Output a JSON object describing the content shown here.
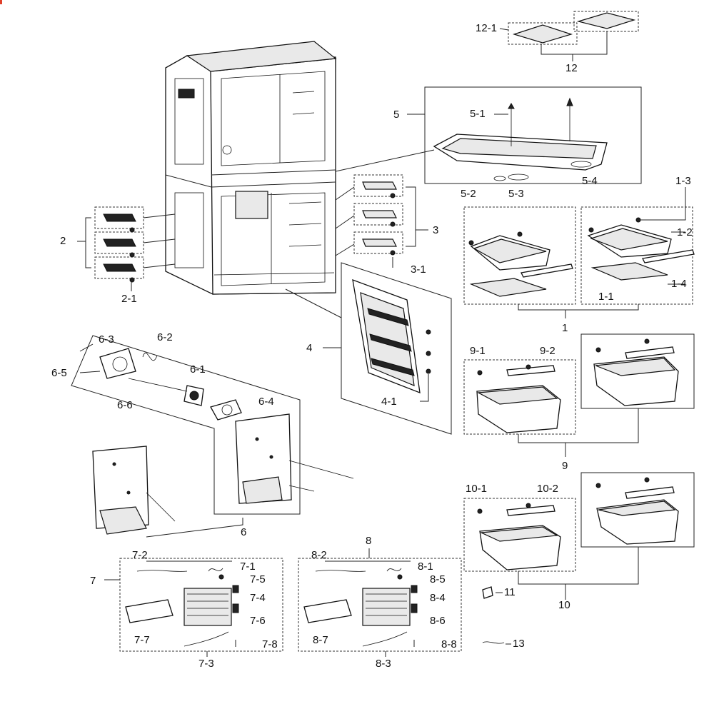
{
  "diagram": {
    "accent_color": "#e0402a",
    "callouts": [
      {
        "id": "c_12_1",
        "text": "12-1"
      },
      {
        "id": "c_12",
        "text": "12"
      },
      {
        "id": "c_5",
        "text": "5"
      },
      {
        "id": "c_5_1",
        "text": "5-1"
      },
      {
        "id": "c_5_2",
        "text": "5-2"
      },
      {
        "id": "c_5_3",
        "text": "5-3"
      },
      {
        "id": "c_5_4",
        "text": "5-4"
      },
      {
        "id": "c_1_3",
        "text": "1-3"
      },
      {
        "id": "c_1_2",
        "text": "1-2"
      },
      {
        "id": "c_1_1",
        "text": "1-1"
      },
      {
        "id": "c_1_4",
        "text": "1-4"
      },
      {
        "id": "c_1",
        "text": "1"
      },
      {
        "id": "c_2",
        "text": "2"
      },
      {
        "id": "c_2_1",
        "text": "2-1"
      },
      {
        "id": "c_3",
        "text": "3"
      },
      {
        "id": "c_3_1",
        "text": "3-1"
      },
      {
        "id": "c_4",
        "text": "4"
      },
      {
        "id": "c_4_1",
        "text": "4-1"
      },
      {
        "id": "c_6_3",
        "text": "6-3"
      },
      {
        "id": "c_6_2",
        "text": "6-2"
      },
      {
        "id": "c_6_1",
        "text": "6-1"
      },
      {
        "id": "c_6_5",
        "text": "6-5"
      },
      {
        "id": "c_6_4",
        "text": "6-4"
      },
      {
        "id": "c_6_6",
        "text": "6-6"
      },
      {
        "id": "c_6",
        "text": "6"
      },
      {
        "id": "c_9_1",
        "text": "9-1"
      },
      {
        "id": "c_9_2",
        "text": "9-2"
      },
      {
        "id": "c_9",
        "text": "9"
      },
      {
        "id": "c_10_1",
        "text": "10-1"
      },
      {
        "id": "c_10_2",
        "text": "10-2"
      },
      {
        "id": "c_10",
        "text": "10"
      },
      {
        "id": "c_11",
        "text": "11"
      },
      {
        "id": "c_13",
        "text": "13"
      },
      {
        "id": "c_7",
        "text": "7"
      },
      {
        "id": "c_7_2",
        "text": "7-2"
      },
      {
        "id": "c_7_1",
        "text": "7-1"
      },
      {
        "id": "c_7_5",
        "text": "7-5"
      },
      {
        "id": "c_7_4",
        "text": "7-4"
      },
      {
        "id": "c_7_6",
        "text": "7-6"
      },
      {
        "id": "c_7_7",
        "text": "7-7"
      },
      {
        "id": "c_7_8",
        "text": "7-8"
      },
      {
        "id": "c_7_3",
        "text": "7-3"
      },
      {
        "id": "c_8",
        "text": "8"
      },
      {
        "id": "c_8_2",
        "text": "8-2"
      },
      {
        "id": "c_8_1",
        "text": "8-1"
      },
      {
        "id": "c_8_5",
        "text": "8-5"
      },
      {
        "id": "c_8_4",
        "text": "8-4"
      },
      {
        "id": "c_8_6",
        "text": "8-6"
      },
      {
        "id": "c_8_7",
        "text": "8-7"
      },
      {
        "id": "c_8_8",
        "text": "8-8"
      },
      {
        "id": "c_8_3",
        "text": "8-3"
      }
    ]
  }
}
